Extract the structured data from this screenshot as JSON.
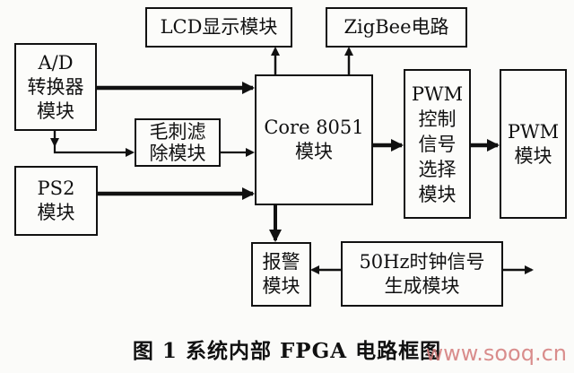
{
  "diagram": {
    "blocks": {
      "lcd": {
        "lines": [
          "LCD显示模块"
        ]
      },
      "zigbee": {
        "lines": [
          "ZigBee电路"
        ]
      },
      "adc": {
        "lines": [
          "A/D",
          "转换器",
          "模块"
        ]
      },
      "glitch": {
        "lines": [
          "毛刺滤",
          "除模块"
        ]
      },
      "ps2": {
        "lines": [
          "PS2",
          "模块"
        ]
      },
      "core": {
        "lines": [
          "Core 8051",
          "模块"
        ]
      },
      "pwm_ctrl": {
        "lines": [
          "PWM",
          "控制",
          "信号",
          "选择",
          "模块"
        ]
      },
      "pwm": {
        "lines": [
          "PWM",
          "模块"
        ]
      },
      "alarm": {
        "lines": [
          "报警",
          "模块"
        ]
      },
      "clock": {
        "lines": [
          "50Hz时钟信号",
          "生成模块"
        ]
      }
    },
    "edges": [
      {
        "from": "adc",
        "to": "core"
      },
      {
        "from": "adc",
        "to": "glitch"
      },
      {
        "from": "glitch",
        "to": "core"
      },
      {
        "from": "ps2",
        "to": "core"
      },
      {
        "from": "core",
        "to": "lcd"
      },
      {
        "from": "core",
        "to": "zigbee"
      },
      {
        "from": "core",
        "to": "pwm_ctrl"
      },
      {
        "from": "pwm_ctrl",
        "to": "pwm"
      },
      {
        "from": "core",
        "to": "alarm"
      },
      {
        "from": "clock",
        "to": "alarm"
      },
      {
        "from": "clock",
        "to": "external-output"
      }
    ],
    "caption": "图 1 系统内部 FPGA 电路框图",
    "watermark": "www.sooq.cn"
  }
}
